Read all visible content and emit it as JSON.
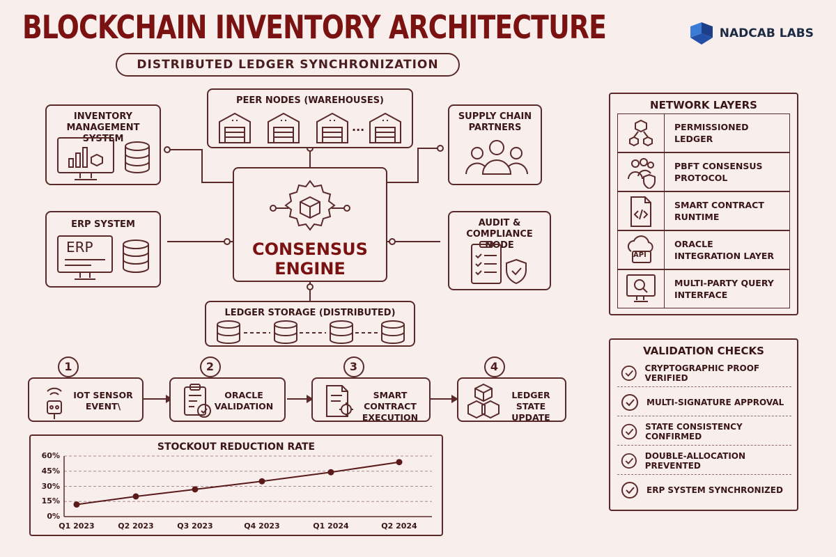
{
  "header": {
    "title": "BLOCKCHAIN INVENTORY ARCHITECTURE",
    "subtitle": "DISTRIBUTED LEDGER SYNCHRONIZATION",
    "brand": "NADCAB LABS"
  },
  "diagram": {
    "inventory": "INVENTORY MANAGEMENT SYSTEM",
    "peers": "PEER NODES (WAREHOUSES)",
    "partners": "SUPPLY CHAIN PARTNERS",
    "erp": "ERP SYSTEM",
    "erp_screen": "ERP",
    "engine_line1": "CONSENSUS",
    "engine_line2": "ENGINE",
    "audit": "AUDIT & COMPLIANCE NODE",
    "storage": "LEDGER STORAGE (DISTRIBUTED)",
    "ellipsis": "..."
  },
  "network_layers": {
    "title": "NETWORK LAYERS",
    "api_label": "API",
    "items": [
      "PERMISSIONED LEDGER",
      "PBFT CONSENSUS PROTOCOL",
      "SMART CONTRACT RUNTIME",
      "ORACLE INTEGRATION LAYER",
      "MULTI-PARTY QUERY INTERFACE"
    ]
  },
  "validation": {
    "title": "VALIDATION CHECKS",
    "items": [
      "CRYPTOGRAPHIC PROOF VERIFIED",
      "MULTI-SIGNATURE APPROVAL",
      "STATE CONSISTENCY CONFIRMED",
      "DOUBLE-ALLOCATION PREVENTED",
      "ERP SYSTEM SYNCHRONIZED"
    ]
  },
  "steps": [
    {
      "num": "1",
      "label": "IOT SENSOR EVENT\\"
    },
    {
      "num": "2",
      "label": "ORACLE VALIDATION"
    },
    {
      "num": "3",
      "label": "SMART CONTRACT EXECUTION"
    },
    {
      "num": "4",
      "label": "LEDGER STATE UPDATE"
    }
  ],
  "chart_data": {
    "type": "line",
    "title": "STOCKOUT REDUCTION RATE",
    "categories": [
      "Q1 2023",
      "Q2 2023",
      "Q3 2023",
      "Q4 2023",
      "Q1 2024",
      "Q2 2024"
    ],
    "values": [
      12,
      20,
      27,
      35,
      44,
      54
    ],
    "yticks": [
      "0%",
      "15%",
      "30%",
      "45%",
      "60%"
    ],
    "ylim": [
      0,
      60
    ],
    "grid": true
  },
  "colors": {
    "accent": "#7a1212",
    "ink": "#5a2a2a",
    "background": "#f8eeec",
    "brand": "#1d2a44"
  }
}
